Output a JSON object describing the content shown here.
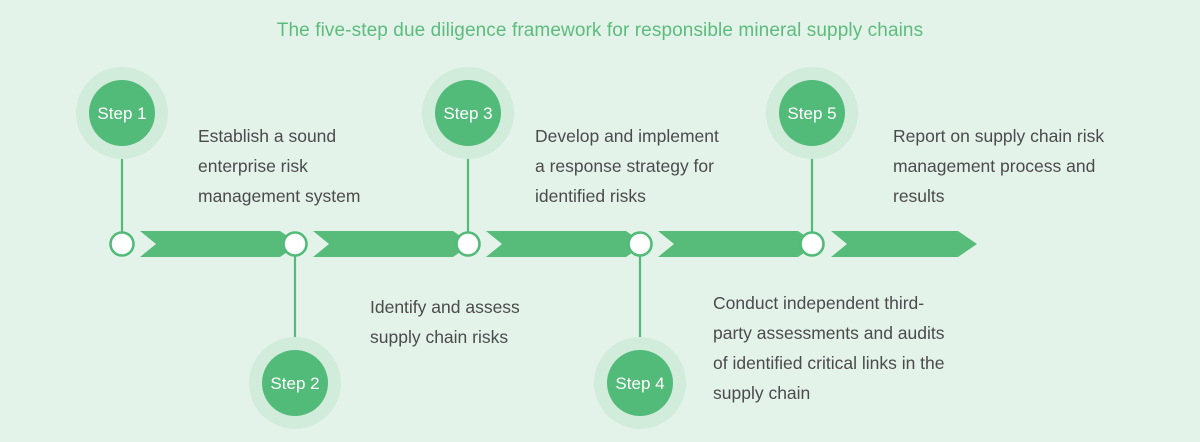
{
  "title": "The five-step due diligence framework for responsible mineral supply chains",
  "colors": {
    "background": "#e4f3ea",
    "accent_green": "#52bb7a",
    "title_green": "#5cbc7c",
    "halo_green": "#d2ecdb",
    "text_gray": "#4b4b4b",
    "node_fill": "#ffffff"
  },
  "steps": [
    {
      "label": "Step 1",
      "position": "above",
      "lines": [
        "Establish a sound",
        "enterprise risk",
        "management system"
      ]
    },
    {
      "label": "Step 2",
      "position": "below",
      "lines": [
        "Identify and assess",
        "supply chain risks"
      ]
    },
    {
      "label": "Step 3",
      "position": "above",
      "lines": [
        "Develop and implement",
        "a response strategy for",
        "identified risks"
      ]
    },
    {
      "label": "Step 4",
      "position": "below",
      "lines": [
        "Conduct independent third-",
        "party assessments and audits",
        "of identified critical links in the",
        "supply chain"
      ]
    },
    {
      "label": "Step 5",
      "position": "above",
      "lines": [
        "Report on supply chain risk",
        "management process and",
        "results"
      ]
    }
  ]
}
